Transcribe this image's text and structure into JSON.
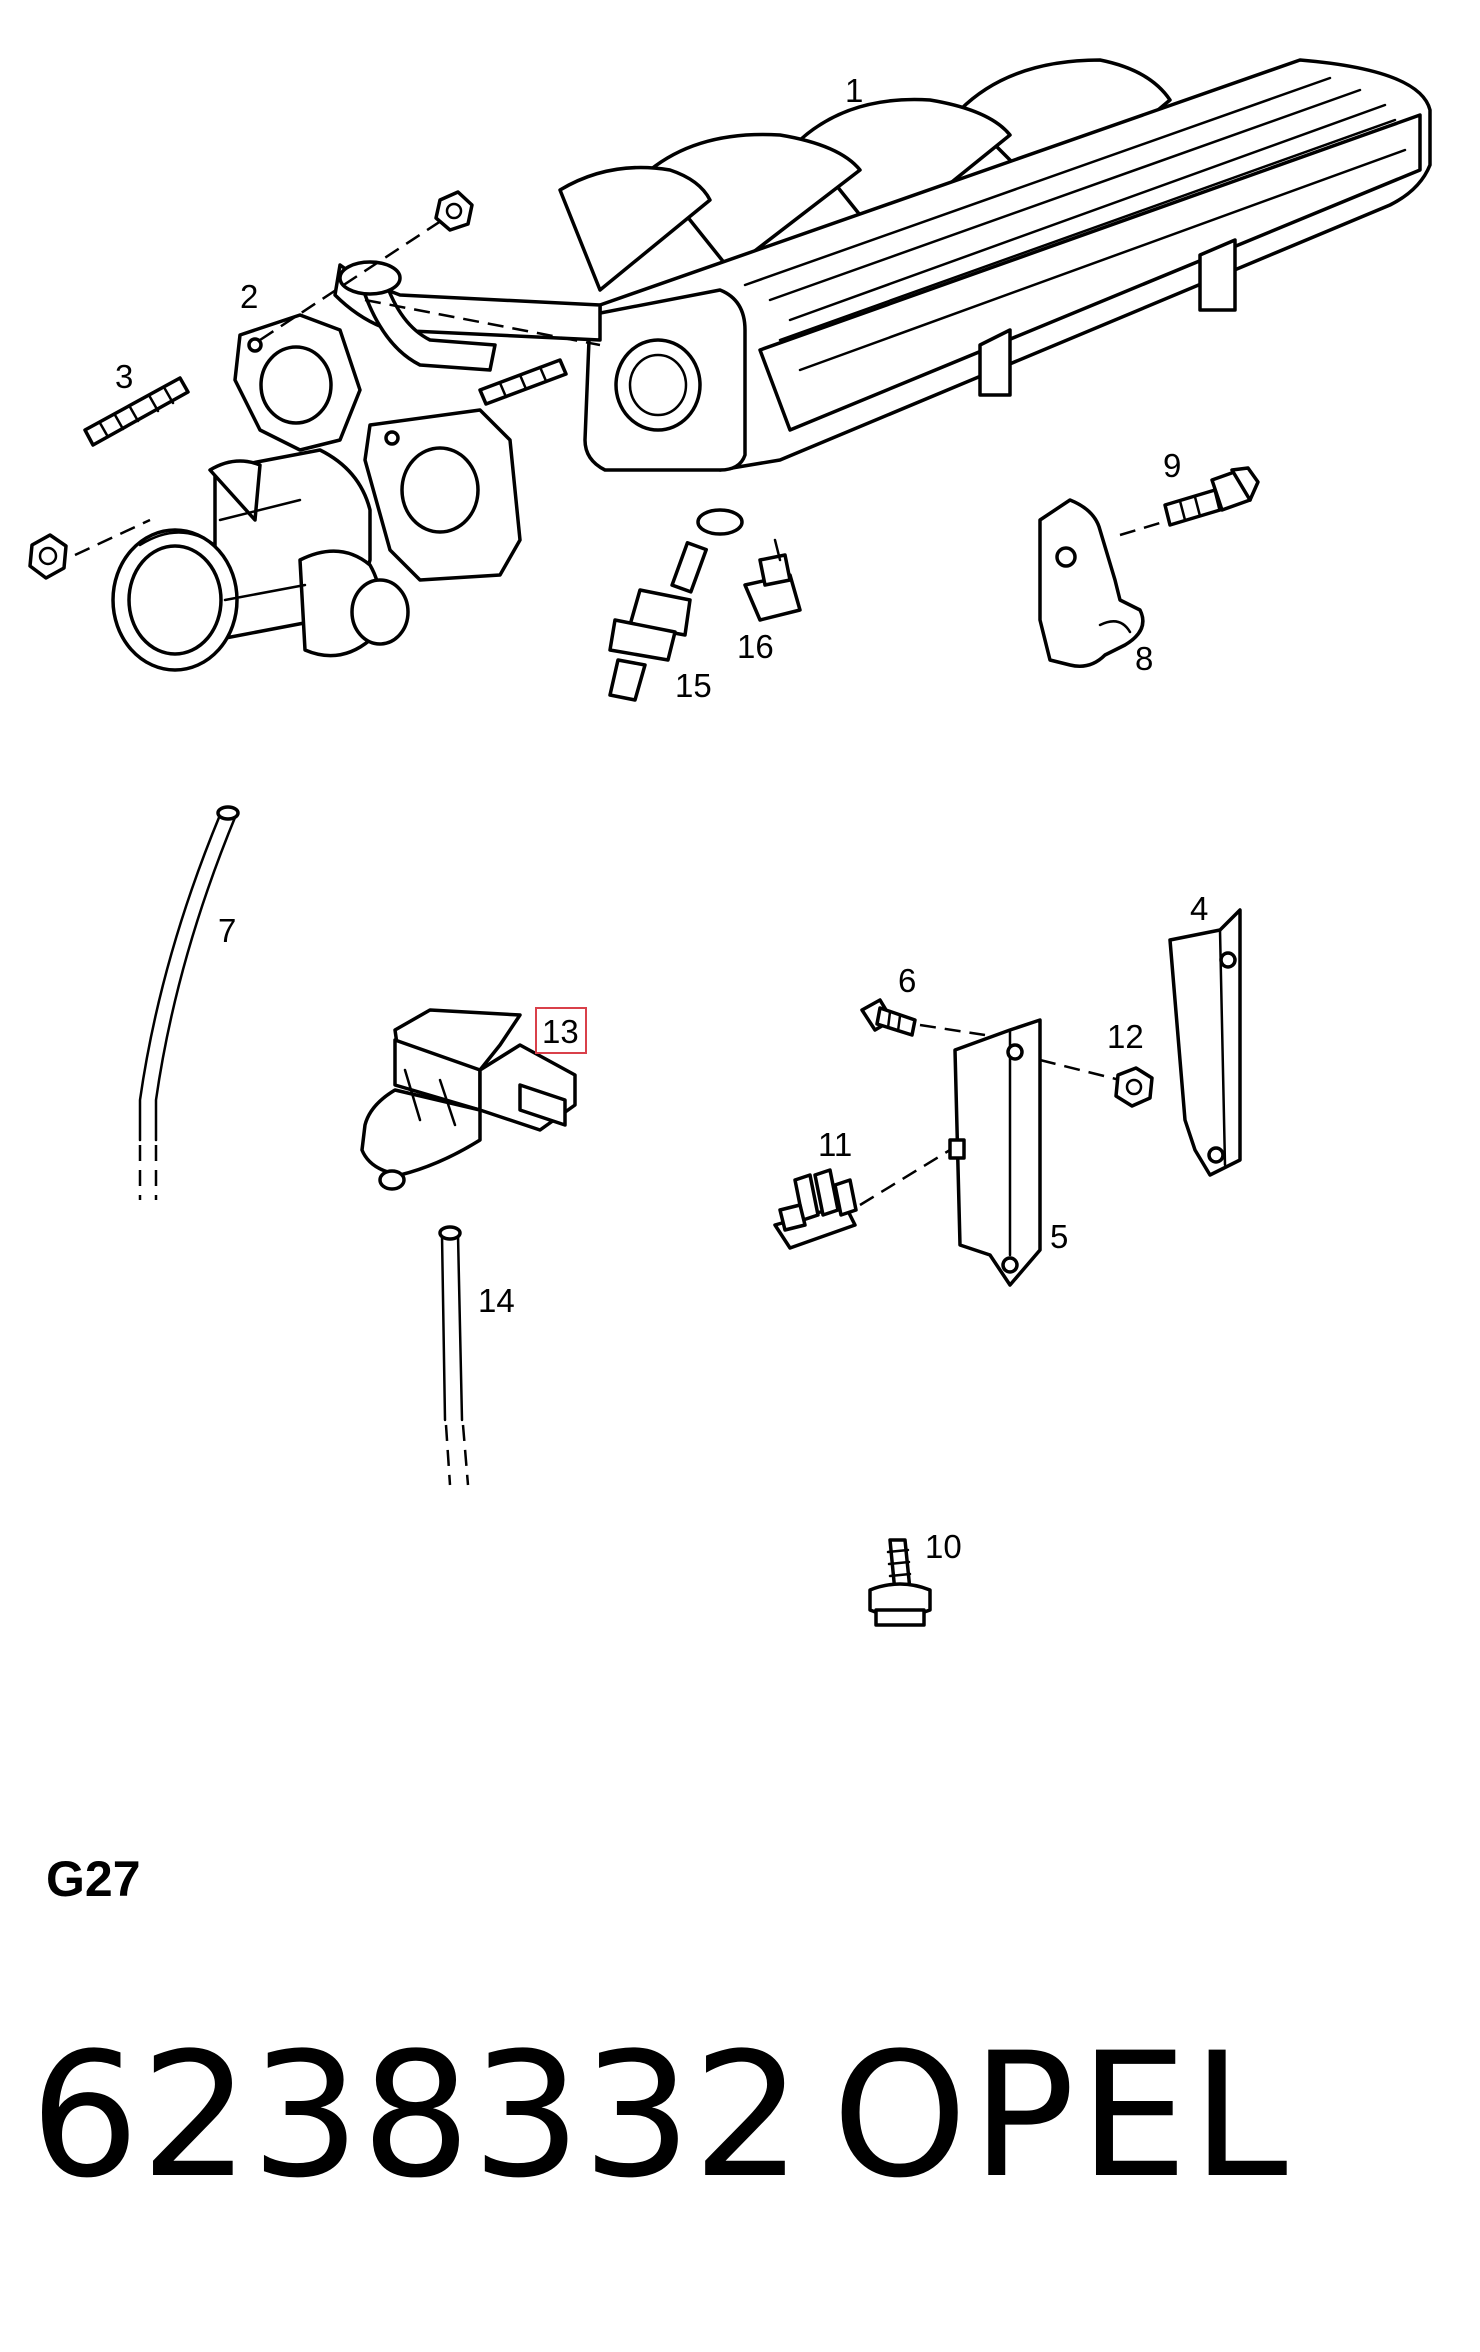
{
  "labels": {
    "p1": "1",
    "p2": "2",
    "p3": "3",
    "p4": "4",
    "p5": "5",
    "p6": "6",
    "p7": "7",
    "p8": "8",
    "p9": "9",
    "p10": "10",
    "p11": "11",
    "p12": "12",
    "p13": "13",
    "p14": "14",
    "p15": "15",
    "p16": "16"
  },
  "highlighted_part": "13",
  "colors": {
    "line": "#000000",
    "highlight": "#d9404a",
    "background": "#ffffff"
  },
  "footer": {
    "group_code": "G27",
    "part_number": "6238332",
    "brand": "OPEL"
  }
}
